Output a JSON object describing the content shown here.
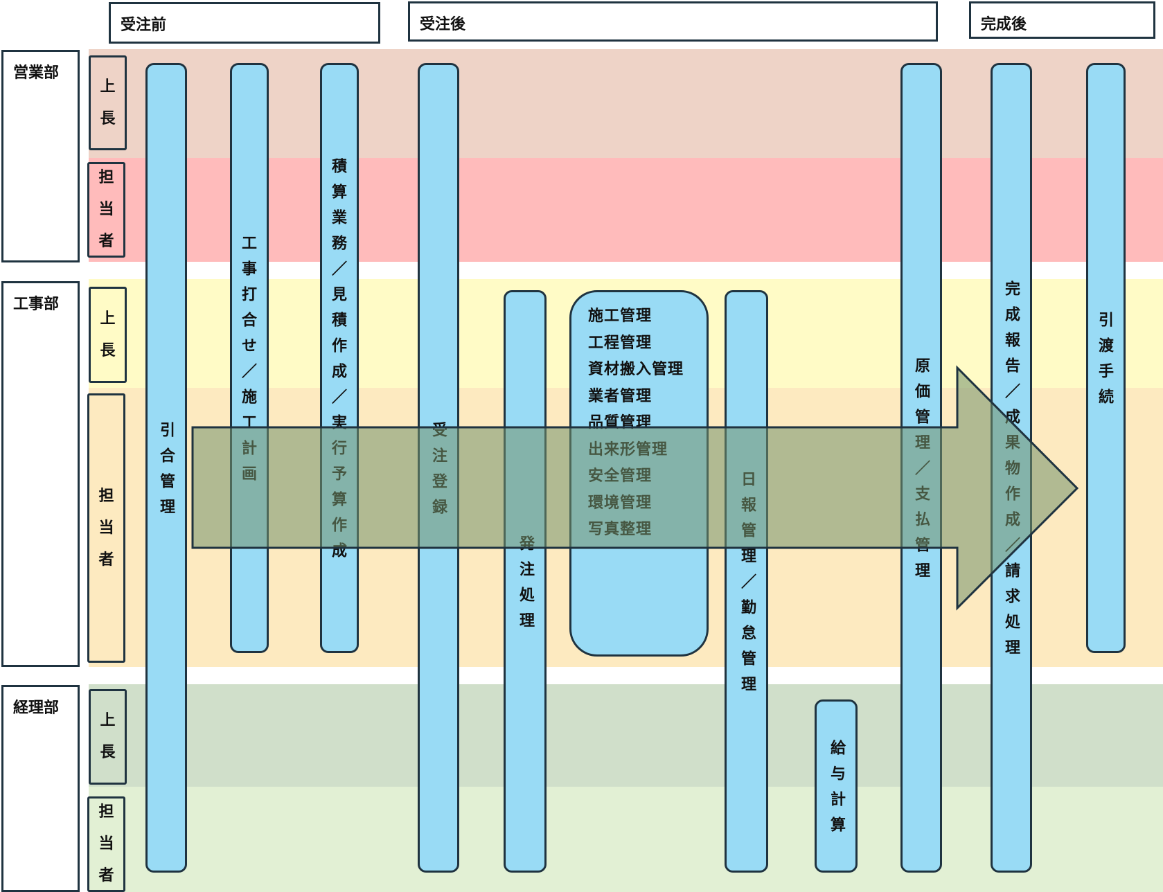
{
  "phases": [
    {
      "label": "受注前"
    },
    {
      "label": "受注後"
    },
    {
      "label": "完成後"
    }
  ],
  "departments": [
    {
      "label": "営業部"
    },
    {
      "label": "工事部"
    },
    {
      "label": "経理部"
    }
  ],
  "roles": [
    {
      "label": "上長"
    },
    {
      "label": "担当者"
    },
    {
      "label": "上長"
    },
    {
      "label": "担当者"
    },
    {
      "label": "上長"
    },
    {
      "label": "担当者"
    }
  ],
  "processes": [
    {
      "label": "引合管理"
    },
    {
      "label": "工事打合せ／施工計画"
    },
    {
      "label": "積算業務／見積作成／実行予算作成"
    },
    {
      "label": "受注登録"
    },
    {
      "label": "発注処理"
    },
    {
      "label": "日報管理／勤怠管理"
    },
    {
      "label": "給与計算"
    },
    {
      "label": "原価管理／支払管理"
    },
    {
      "label": "完成報告／成果物作成／請求処理"
    },
    {
      "label": "引渡手続"
    }
  ],
  "construction_tasks": [
    "施工管理",
    "工程管理",
    "資材搬入管理",
    "業者管理",
    "品質管理",
    "出来形管理",
    "安全管理",
    "環境管理",
    "写真整理"
  ],
  "colors": {
    "sales_manager_band": "#eed3c7",
    "sales_staff_band": "#ffbbbb",
    "const_manager_band": "#fffbc6",
    "const_staff_band": "#fdeac0",
    "acct_manager_band": "#d0dfca",
    "acct_staff_band": "#e2f0d4",
    "process_fill": "#99dbf5",
    "arrow_fill": "#73916b",
    "border": "#1f3340"
  }
}
